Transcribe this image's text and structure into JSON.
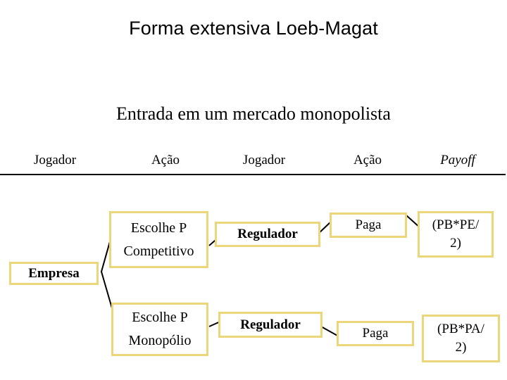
{
  "slide": {
    "title": "Forma extensiva Loeb-Magat",
    "subtitle": "Entrada em um mercado monopolista"
  },
  "columns": [
    {
      "label": "Jogador",
      "style": "roman"
    },
    {
      "label": "Ação",
      "style": "roman"
    },
    {
      "label": "Jogador",
      "style": "roman"
    },
    {
      "label": "Ação",
      "style": "roman"
    },
    {
      "label": "Payoff",
      "style": "italic"
    }
  ],
  "colors": {
    "box_border": "#EBD77A",
    "box_fill": "#FFFFFF",
    "text": "#000000",
    "edge": "#000000",
    "rule": "#000000",
    "background": "#FFFFFF"
  },
  "tree": {
    "root": {
      "label": "Empresa",
      "bold": true
    },
    "branches": [
      {
        "action": {
          "line1": "Escolhe P",
          "line2": "Competitivo"
        },
        "player": {
          "label": "Regulador",
          "bold": true
        },
        "action2": {
          "label": "Paga"
        },
        "payoff": {
          "line1": "(PB*PE/",
          "line2": "2)"
        }
      },
      {
        "action": {
          "line1": "Escolhe P",
          "line2": "Monopólio"
        },
        "player": {
          "label": "Regulador",
          "bold": true
        },
        "action2": {
          "label": "Paga"
        },
        "payoff": {
          "line1": "(PB*PA/",
          "line2": "2)"
        }
      }
    ]
  }
}
